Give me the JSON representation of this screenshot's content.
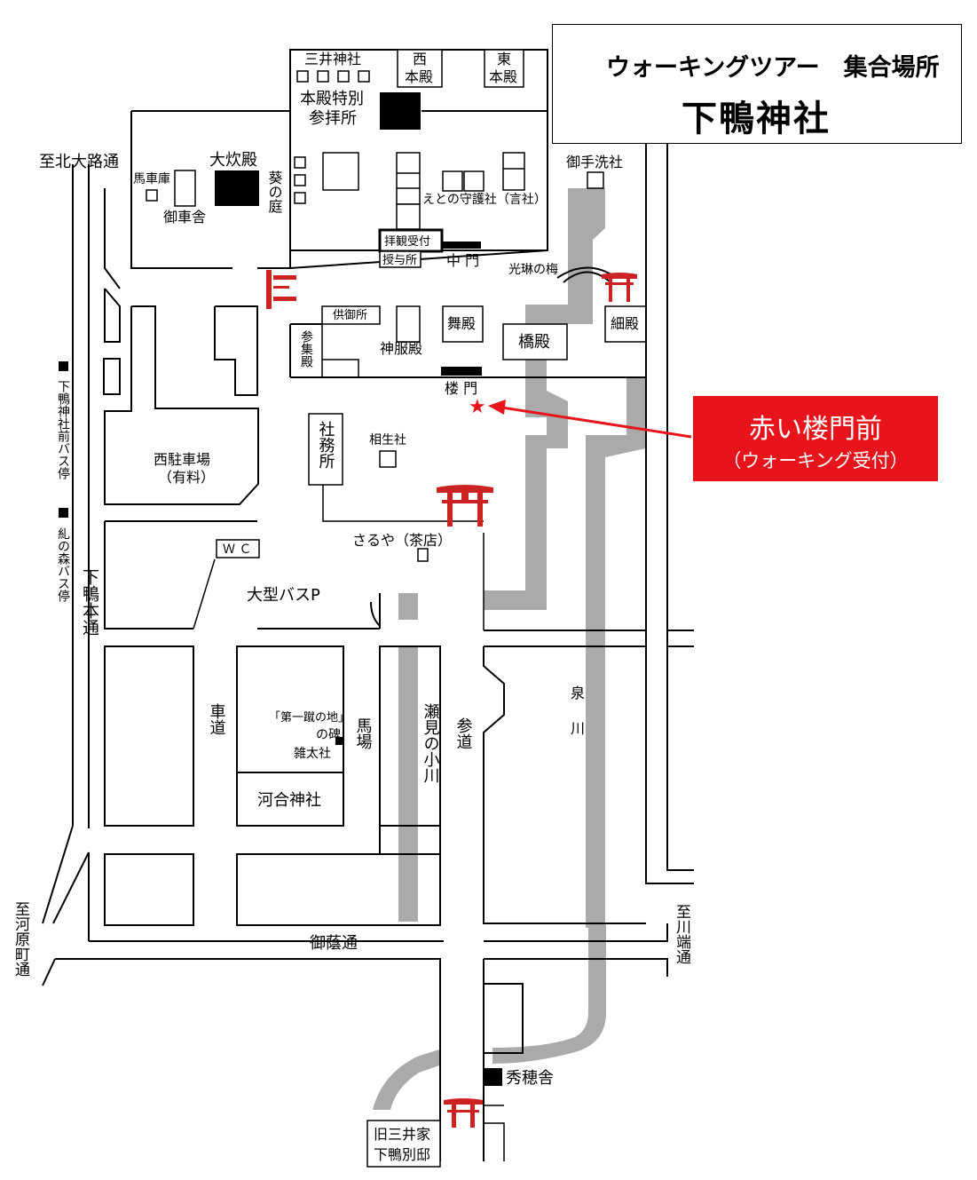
{
  "title": {
    "subtitle": "ウォーキングツアー　集合場所",
    "main": "下鴨神社"
  },
  "callout": {
    "main": "赤い楼門前",
    "sub": "（ウォーキング受付）"
  },
  "colors": {
    "accent_red": "#e8141b",
    "path_gray": "#aaaaaa",
    "torii_red": "#cc2222"
  },
  "labels": {
    "mitsui_jinja": "三井神社",
    "nishi_honden_1": "西",
    "nishi_honden_2": "本殿",
    "higashi_honden_1": "東",
    "higashi_honden_2": "本殿",
    "honden_tokubetsu_1": "本殿特別",
    "honden_tokubetsu_2": "参拝所",
    "kitaoji": "至北大路通",
    "oidono": "大炊殿",
    "bashako": "馬車庫",
    "gyoshasha": "御車舎",
    "aoi_no_niwa": "葵の庭",
    "eto": "えとの守護社（言社）",
    "haikan_uketsuke": "拝観受付",
    "juyosho": "授与所",
    "chumon": "中 門",
    "mitarashi": "御手洗社",
    "korin_no_ume": "光琳の梅",
    "kugosho": "供御所",
    "sanshuden": "参集殿",
    "shinpukuden": "神服殿",
    "maidono": "舞殿",
    "hashidono": "橋殿",
    "hosodono": "細殿",
    "romon": "楼 門",
    "busstop1": "下鴨神社前バス停",
    "nishi_parking": "西駐車場",
    "yuryo": "（有料）",
    "shamusho": "社務所",
    "aioisha": "相生社",
    "saruya": "さるや（茶店）",
    "wc": "Ｗ Ｃ",
    "busstop2": "糺の森バス停",
    "shimogamo_hondori": "下鴨本通",
    "bus_p": "大型バスP",
    "izumi": "泉",
    "kawa": "川",
    "kurumamichi": "車道",
    "daiichi": "「第一蹴の地」",
    "nohi": "の碑",
    "zotasha": "雑太社",
    "baba": "馬場",
    "semi_no_ogawa": "瀬見の小川",
    "sando": "参道",
    "kawai_jinja": "河合神社",
    "kawaramachi": "至河原町通",
    "mikage": "御蔭通",
    "kawabata": "至川端通",
    "shusuisha": "秀穂舎",
    "kyu_mitsui_1": "旧三井家",
    "kyu_mitsui_2": "下鴨別邸"
  }
}
